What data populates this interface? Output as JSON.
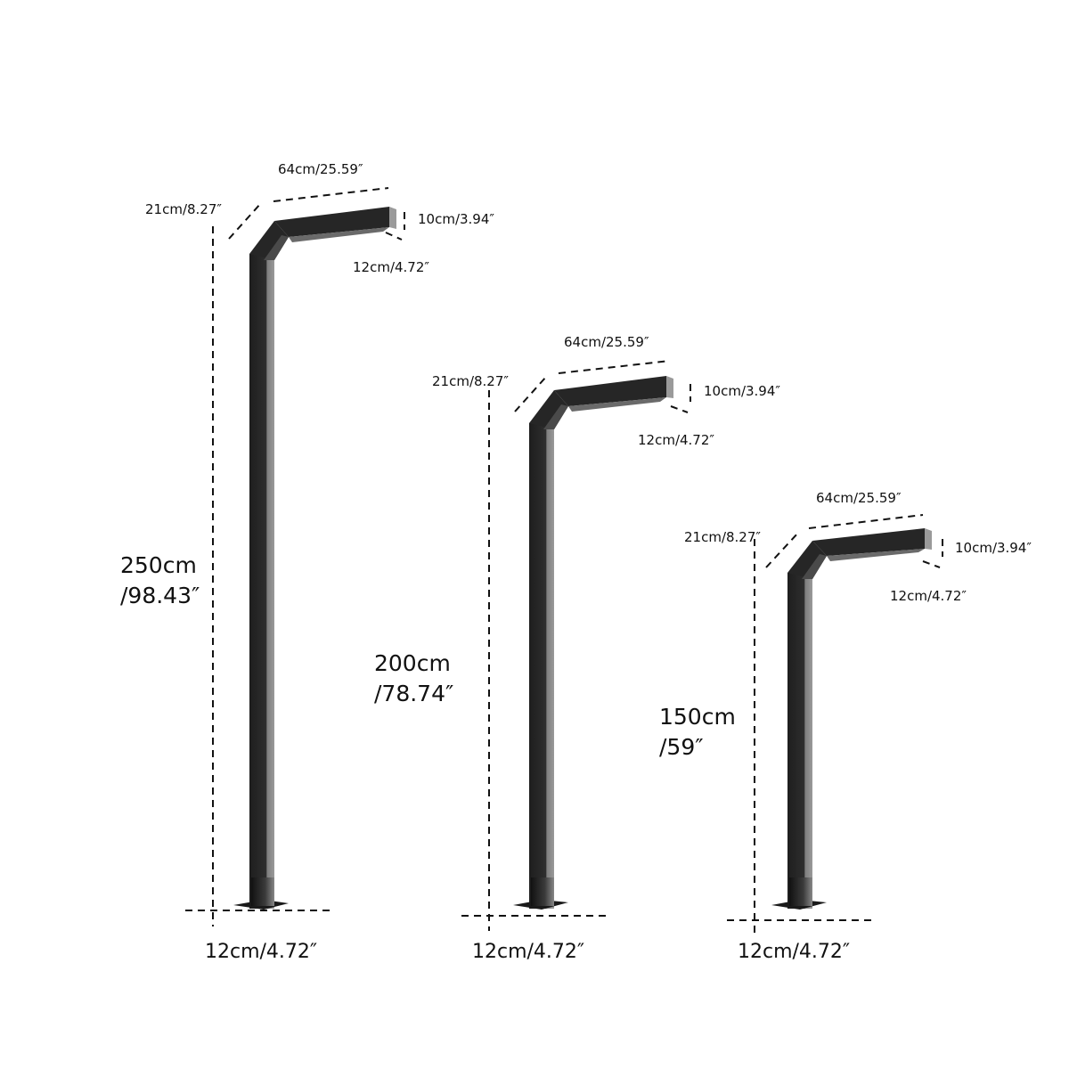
{
  "diagram": {
    "type": "product-dimension-drawing",
    "subject": "L-shaped outdoor pathway/bollard lamp, three heights",
    "colors": {
      "pole_dark": "#262626",
      "pole_side": "#8a8a8a",
      "pole_mid": "#3c3c3c",
      "dimension_line": "#111111",
      "background": "#ffffff"
    },
    "lamps": [
      {
        "id": "tall",
        "height_label_line1": "250cm",
        "height_label_line2": "/98.43″",
        "arm_length": "64cm/25.59″",
        "elbow_offset": "21cm/8.27″",
        "head_depth": "10cm/3.94″",
        "head_width": "12cm/4.72″",
        "base_width": "12cm/4.72″"
      },
      {
        "id": "medium",
        "height_label_line1": "200cm",
        "height_label_line2": "/78.74″",
        "arm_length": "64cm/25.59″",
        "elbow_offset": "21cm/8.27″",
        "head_depth": "10cm/3.94″",
        "head_width": "12cm/4.72″",
        "base_width": "12cm/4.72″"
      },
      {
        "id": "short",
        "height_label_line1": "150cm",
        "height_label_line2": "/59″",
        "arm_length": "64cm/25.59″",
        "elbow_offset": "21cm/8.27″",
        "head_depth": "10cm/3.94″",
        "head_width": "12cm/4.72″",
        "base_width": "12cm/4.72″"
      }
    ]
  }
}
